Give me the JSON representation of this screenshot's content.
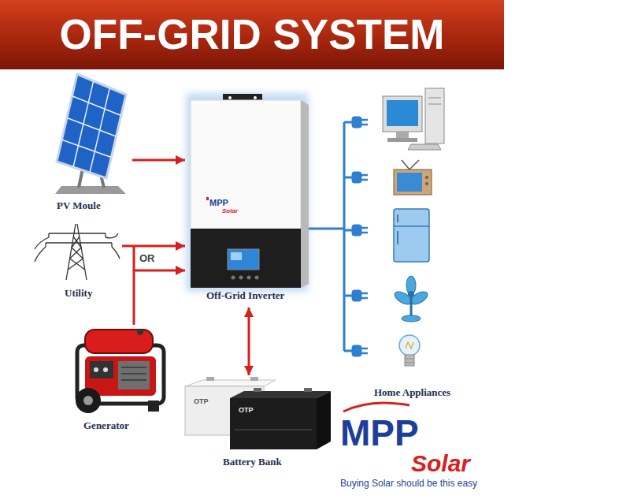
{
  "diagram": {
    "title": "OFF-GRID SYSTEM",
    "nodes": [
      {
        "text": [
          "PV Moule"
        ]
      },
      {
        "text": [
          "Off-Grid Inverter"
        ]
      },
      {
        "text": [
          "Utility"
        ]
      },
      {
        "text": [
          "Generator"
        ]
      },
      {
        "text": [
          "Battery Bank"
        ]
      },
      {
        "text": [
          "Home Appliances"
        ]
      }
    ],
    "edges": [
      {
        "from": 0,
        "to": 1,
        "arrow": "to"
      },
      {
        "from": 2,
        "to": 1,
        "arrow": "to"
      },
      {
        "from": 3,
        "to": 1,
        "arrow": "to"
      },
      {
        "from": 1,
        "to": 4,
        "arrow": "both"
      },
      {
        "from": 1,
        "to": 5,
        "arrow": "none"
      }
    ],
    "labels": [
      "OR",
      "MPP",
      "Solar",
      "OTP",
      "OTP",
      "MPP",
      "Solar",
      "Buying Solar should be this easy"
    ]
  }
}
